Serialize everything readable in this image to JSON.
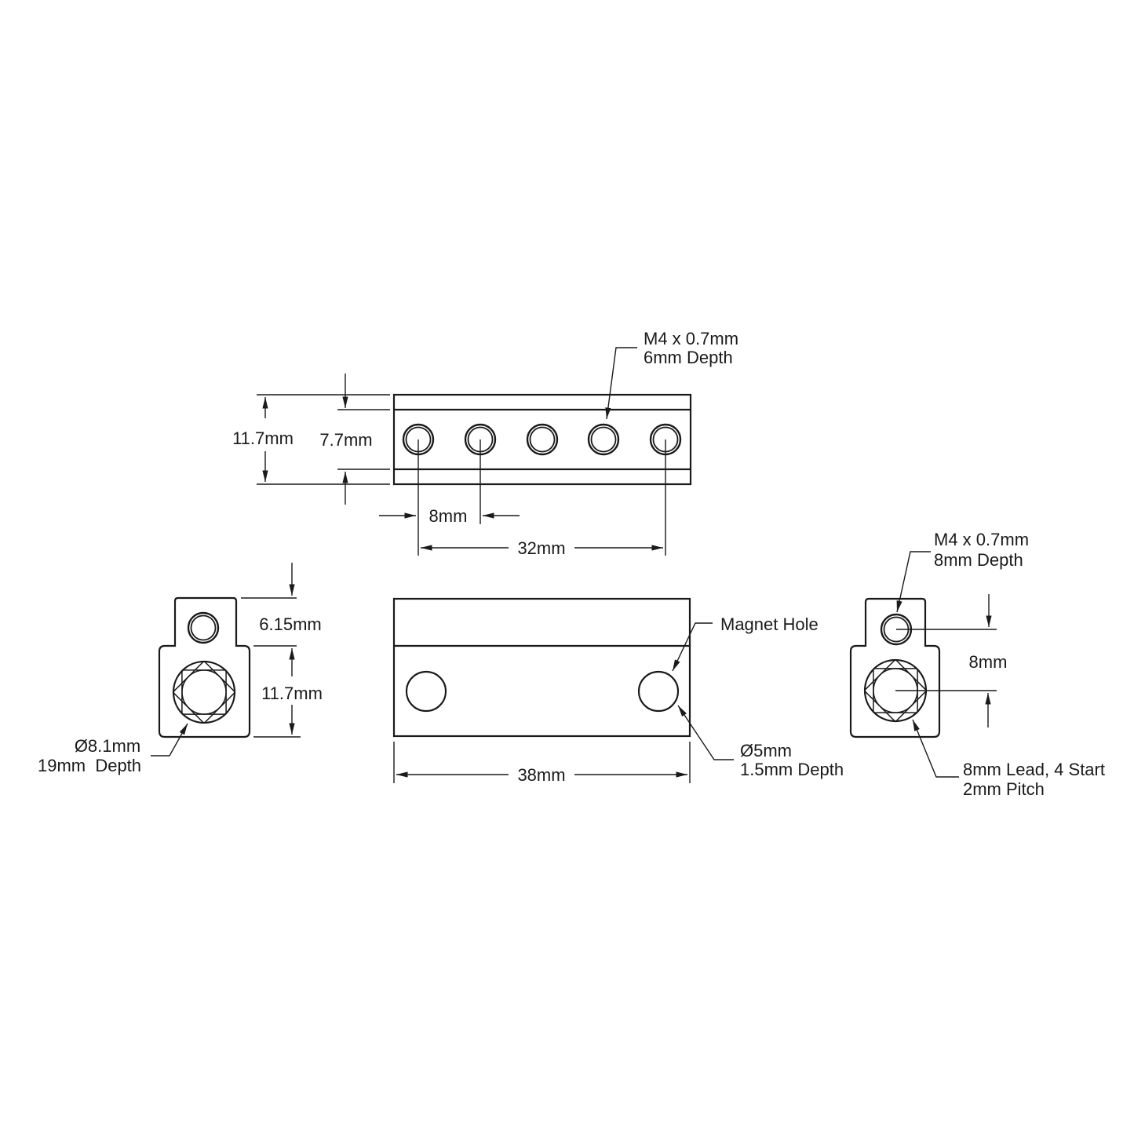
{
  "page": {
    "background": "#ffffff",
    "line_color": "#1a1a1a"
  },
  "top_view": {
    "thread_callout_line1": "M4 x 0.7mm",
    "thread_callout_line2": "6mm Depth",
    "dim_overall_height": "11.7mm",
    "dim_inner_height": "7.7mm",
    "dim_hole_pitch": "8mm",
    "dim_hole_span": "32mm"
  },
  "front_view": {
    "dim_width": "38mm",
    "magnet_hole_label": "Magnet Hole",
    "magnet_hole_callout_line1": "Ø5mm",
    "magnet_hole_callout_line2": "1.5mm Depth"
  },
  "left_view": {
    "dim_tab_height": "6.15mm",
    "dim_body_height": "11.7mm",
    "bore_callout_line1": "Ø8.1mm",
    "bore_callout_line2": "19mm  Depth"
  },
  "right_view": {
    "thread_callout_line1": "M4 x 0.7mm",
    "thread_callout_line2": "8mm Depth",
    "dim_hole_offset": "8mm",
    "lead_callout_line1": "8mm Lead, 4 Start",
    "lead_callout_line2": "2mm Pitch"
  }
}
